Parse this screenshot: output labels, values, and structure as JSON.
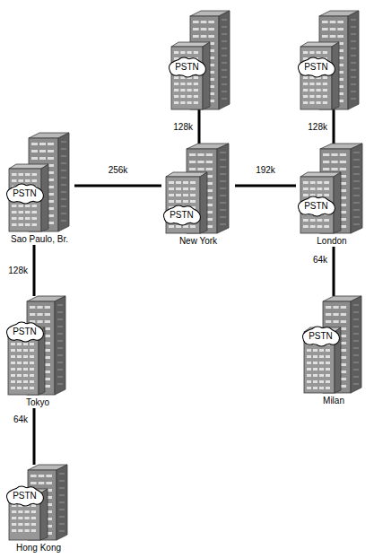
{
  "diagram": {
    "nodes": [
      {
        "text": [
          "PSTN"
        ]
      },
      {
        "text": [
          "PSTN"
        ]
      },
      {
        "text": [
          "PSTN",
          "Sao Paulo, Br."
        ]
      },
      {
        "text": [
          "PSTN",
          "New York"
        ]
      },
      {
        "text": [
          "PSTN",
          "London"
        ]
      },
      {
        "text": [
          "PSTN",
          "Tokyo"
        ]
      },
      {
        "text": [
          "PSTN",
          "Milan"
        ]
      },
      {
        "text": [
          "PSTN",
          "Hong Kong"
        ]
      }
    ],
    "edges": [
      {
        "from": 3,
        "to": 0,
        "label": "128k",
        "arrow": "none"
      },
      {
        "from": 4,
        "to": 1,
        "label": "128k",
        "arrow": "none"
      },
      {
        "from": 2,
        "to": 3,
        "label": "256k",
        "arrow": "none"
      },
      {
        "from": 3,
        "to": 4,
        "label": "192k",
        "arrow": "none"
      },
      {
        "from": 2,
        "to": 5,
        "label": "128k",
        "arrow": "none"
      },
      {
        "from": 4,
        "to": 6,
        "label": "64k",
        "arrow": "none"
      },
      {
        "from": 5,
        "to": 7,
        "label": "64k",
        "arrow": "none"
      }
    ]
  }
}
